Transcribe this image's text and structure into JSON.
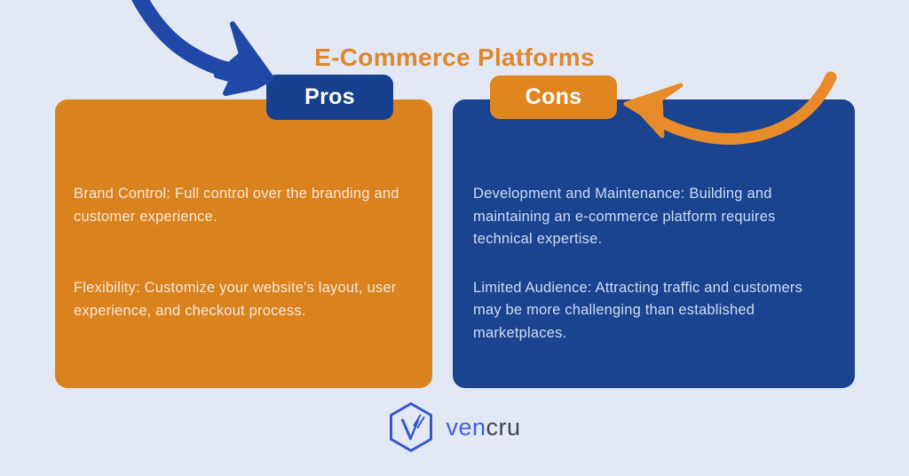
{
  "title": "E-Commerce Platforms",
  "pros": {
    "label": "Pros",
    "items": [
      "Brand Control: Full control over the branding and customer experience.",
      "Flexibility: Customize your website's layout, user experience, and checkout process."
    ]
  },
  "cons": {
    "label": "Cons",
    "items": [
      "Development and Maintenance: Building and maintaining an e-commerce platform requires technical expertise.",
      "Limited Audience: Attracting traffic and customers may be more challenging than established marketplaces."
    ]
  },
  "logo": {
    "brand_primary": "ven",
    "brand_secondary": "cru"
  },
  "icons": {
    "blue_arrow": "hand-drawn curved arrow pointing to Pros",
    "orange_arrow": "hand-drawn curved arrow pointing to Cons",
    "logo_mark": "hexagon with V monogram"
  },
  "colors": {
    "background": "#E3E8F5",
    "orange": "#D9821E",
    "blue": "#1A4390",
    "tab_blue": "#17408F",
    "tab_orange": "#E0861F",
    "title_orange": "#E0862B",
    "arrow_blue": "#1F48A8",
    "arrow_orange": "#E78B2B",
    "pros_text": "#F5E9DB",
    "cons_text": "#CEDCF4",
    "logo_blue": "#3E63D8",
    "logo_dark": "#42464F",
    "hex_stroke": "#3556CC"
  }
}
